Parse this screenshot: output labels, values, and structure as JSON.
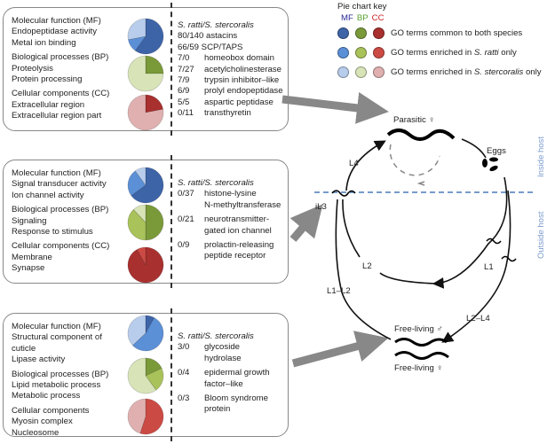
{
  "colors": {
    "MF": {
      "common": "#3e64a8",
      "ratti": "#5b8fd6",
      "stercoralis": "#b8cdec",
      "label": "#2a2a9a"
    },
    "BP": {
      "common": "#7a9a3a",
      "ratti": "#a9c25a",
      "stercoralis": "#d8e4b8",
      "label": "#5aa030"
    },
    "CC": {
      "common": "#a8302e",
      "ratti": "#cc4a44",
      "stercoralis": "#e0b0b0",
      "label": "#d02020"
    }
  },
  "key": {
    "title": "Pie chart key",
    "abbr": [
      "MF",
      "BP",
      "CC"
    ],
    "rows": [
      {
        "pre": "GO terms common to both species",
        "sp": "",
        "post": "",
        "kind": "common"
      },
      {
        "pre": "GO terms enriched in ",
        "sp": "S. ratti",
        "post": " only",
        "kind": "ratti"
      },
      {
        "pre": "GO terms enriched in ",
        "sp": "S. stercoralis",
        "post": " only",
        "kind": "stercoralis"
      }
    ]
  },
  "panels": [
    {
      "groups": [
        {
          "lines": [
            "Molecular function (MF)",
            "Endopeptidase activity",
            "Metal ion binding"
          ],
          "cat": "MF",
          "pie": {
            "common": 0.6,
            "ratti": 0.12,
            "stercoralis": 0.28
          }
        },
        {
          "lines": [
            "Biological processes (BP)",
            "Proteolysis",
            "Protein processing"
          ],
          "cat": "BP",
          "pie": {
            "common": 0.25,
            "ratti": 0,
            "stercoralis": 0.75
          }
        },
        {
          "lines": [
            "Cellular components (CC)",
            "Extracellular region",
            "Extracellular region part"
          ],
          "cat": "CC",
          "pie": {
            "common": 0.22,
            "ratti": 0,
            "stercoralis": 0.78
          }
        }
      ],
      "header": "S. ratti/S. stercoralis",
      "rows": [
        {
          "num": "80/140 astacins",
          "name": ""
        },
        {
          "num": "66/59 SCP/TAPS",
          "name": ""
        },
        {
          "num": "7/0",
          "name": "homeobox domain"
        },
        {
          "num": "7/27",
          "name": "acetylcholinesterase"
        },
        {
          "num": "7/9",
          "name": "trypsin inhibitor–like"
        },
        {
          "num": "6/9",
          "name": "prolyl endopeptidase"
        },
        {
          "num": "5/5",
          "name": "aspartic peptidase"
        },
        {
          "num": "0/11",
          "name": "transthyretin"
        }
      ]
    },
    {
      "groups": [
        {
          "lines": [
            "Molecular function (MF)",
            "Signal transducer activity",
            "Ion channel activity"
          ],
          "cat": "MF",
          "pie": {
            "common": 0.65,
            "ratti": 0.25,
            "stercoralis": 0.1
          }
        },
        {
          "lines": [
            "Biological processes (BP)",
            "Signaling",
            "Response to stimulus"
          ],
          "cat": "BP",
          "pie": {
            "common": 0.5,
            "ratti": 0.38,
            "stercoralis": 0.12
          }
        },
        {
          "lines": [
            "Cellular components (CC)",
            "Membrane",
            "Synapse"
          ],
          "cat": "CC",
          "pie": {
            "common": 0.92,
            "ratti": 0.08,
            "stercoralis": 0
          }
        }
      ],
      "header": "S. ratti/S. stercoralis",
      "rows": [
        {
          "num": "0/37",
          "name": "histone-lysine"
        },
        {
          "num": "",
          "name": "N-methyltransferase"
        },
        {
          "num": "0/21",
          "name": "neurotransmitter-"
        },
        {
          "num": "",
          "name": "gated ion channel"
        },
        {
          "num": "0/9",
          "name": "prolactin-releasing"
        },
        {
          "num": "",
          "name": "peptide receptor"
        }
      ]
    },
    {
      "groups": [
        {
          "lines": [
            "Molecular function (MF)",
            "Structural component of",
            "cuticle",
            "Lipase activity"
          ],
          "cat": "MF",
          "pie": {
            "common": 0.08,
            "ratti": 0.55,
            "stercoralis": 0.37
          }
        },
        {
          "lines": [
            "Biological processes (BP)",
            "Lipid metabolic process",
            "Metabolic process"
          ],
          "cat": "BP",
          "pie": {
            "common": 0.18,
            "ratti": 0.22,
            "stercoralis": 0.6
          }
        },
        {
          "lines": [
            "Cellular components",
            "Myosin complex",
            "Nucleosome"
          ],
          "cat": "CC",
          "pie": {
            "common": 0,
            "ratti": 0.55,
            "stercoralis": 0.45
          }
        }
      ],
      "header": "S. ratti/S. stercoralis",
      "rows": [
        {
          "num": "3/0",
          "name": "glycoside"
        },
        {
          "num": "",
          "name": "hydrolase"
        },
        {
          "num": "0/4",
          "name": "epidermal growth"
        },
        {
          "num": "",
          "name": "factor–like"
        },
        {
          "num": "0/3",
          "name": "Bloom syndrome"
        },
        {
          "num": "",
          "name": "protein"
        }
      ]
    }
  ],
  "cycle": {
    "parasitic": "Parasitic ♀",
    "eggs": "Eggs",
    "il3": "iL3",
    "l4": "L4",
    "l2": "L2",
    "l1": "L1",
    "l1_l2": "L1–L2",
    "l2_l4": "L2–L4",
    "free_male": "Free-living ♂",
    "free_female": "Free-living ♀",
    "inside": "Inside host",
    "outside": "Outside host"
  }
}
